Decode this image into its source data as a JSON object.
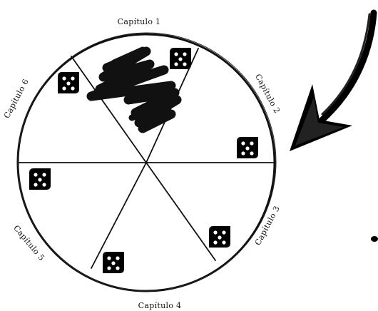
{
  "wheel": {
    "chapters": [
      {
        "label": "Capítulo 1"
      },
      {
        "label": "Capítulo 2"
      },
      {
        "label": "Capítulo 3"
      },
      {
        "label": "Capítulo 4"
      },
      {
        "label": "Capítulo 5"
      },
      {
        "label": "Capítulo 6"
      }
    ],
    "scribbled_segment": "Capítulo 1",
    "dice_count": 6
  },
  "icons": {
    "dice": "dice-icon",
    "arrow": "curved-arrow-icon",
    "scribble": "scribble-mark"
  }
}
